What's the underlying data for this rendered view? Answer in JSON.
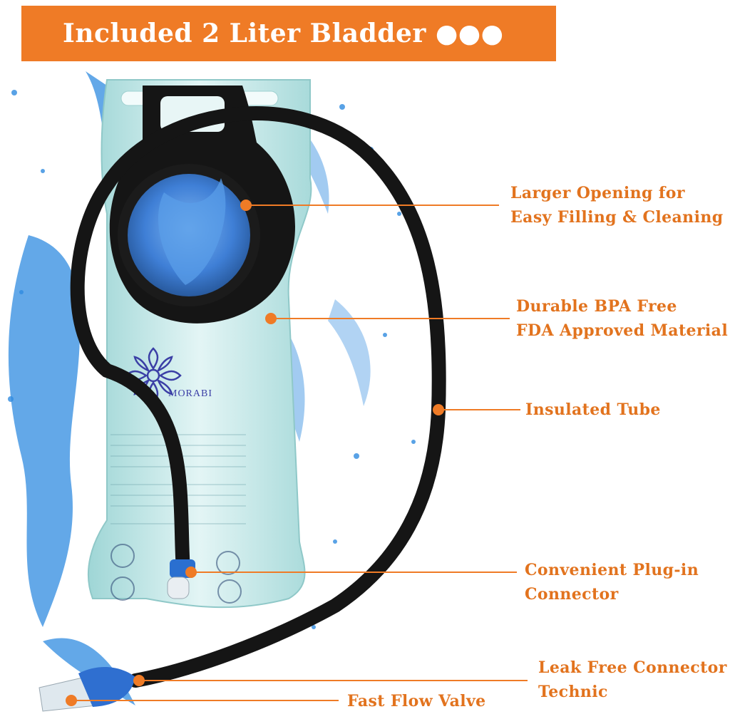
{
  "banner": {
    "title": "Included 2 Liter Bladder ●●●"
  },
  "brand": {
    "name": "MORABI"
  },
  "callouts": {
    "opening": [
      "Larger Opening for",
      "Easy Filling & Cleaning"
    ],
    "material": [
      "Durable BPA Free",
      "FDA Approved Material"
    ],
    "tube": [
      "Insulated Tube"
    ],
    "connector": [
      "Convenient Plug-in",
      "Connector"
    ],
    "leak_free": [
      "Leak Free Connector",
      "Technic"
    ],
    "valve": [
      "Fast Flow Valve"
    ]
  },
  "colors": {
    "accent": "#ef7b26",
    "callout_text": "#e2731e",
    "bladder": "#bfe6e6",
    "cap": "#3f7fd6",
    "tube": "#151515",
    "water": "#2f8be0"
  }
}
